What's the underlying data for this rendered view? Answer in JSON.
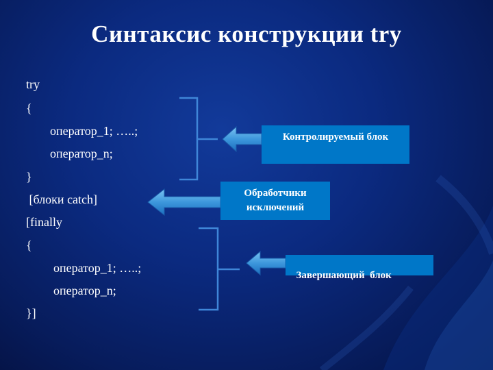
{
  "slide": {
    "title": "Синтаксис конструкции try",
    "code_lines": [
      "try",
      "{",
      "оператор_1; …..;",
      "оператор_n;",
      "}",
      " [блоки catch]",
      "[finally",
      "{",
      "оператор_1; …..;",
      "оператор_n;",
      "}]"
    ],
    "callouts": {
      "controlled": "Контролируемый блок",
      "handlers_line1": "Обработчики",
      "handlers_line2": "исключений",
      "final": "Завершающий  блок"
    }
  },
  "colors": {
    "background": "#0b2a80",
    "callout_fill": "#0077c8",
    "arrow_fill": "#4aa3e0",
    "bracket": "#3f86d8"
  }
}
